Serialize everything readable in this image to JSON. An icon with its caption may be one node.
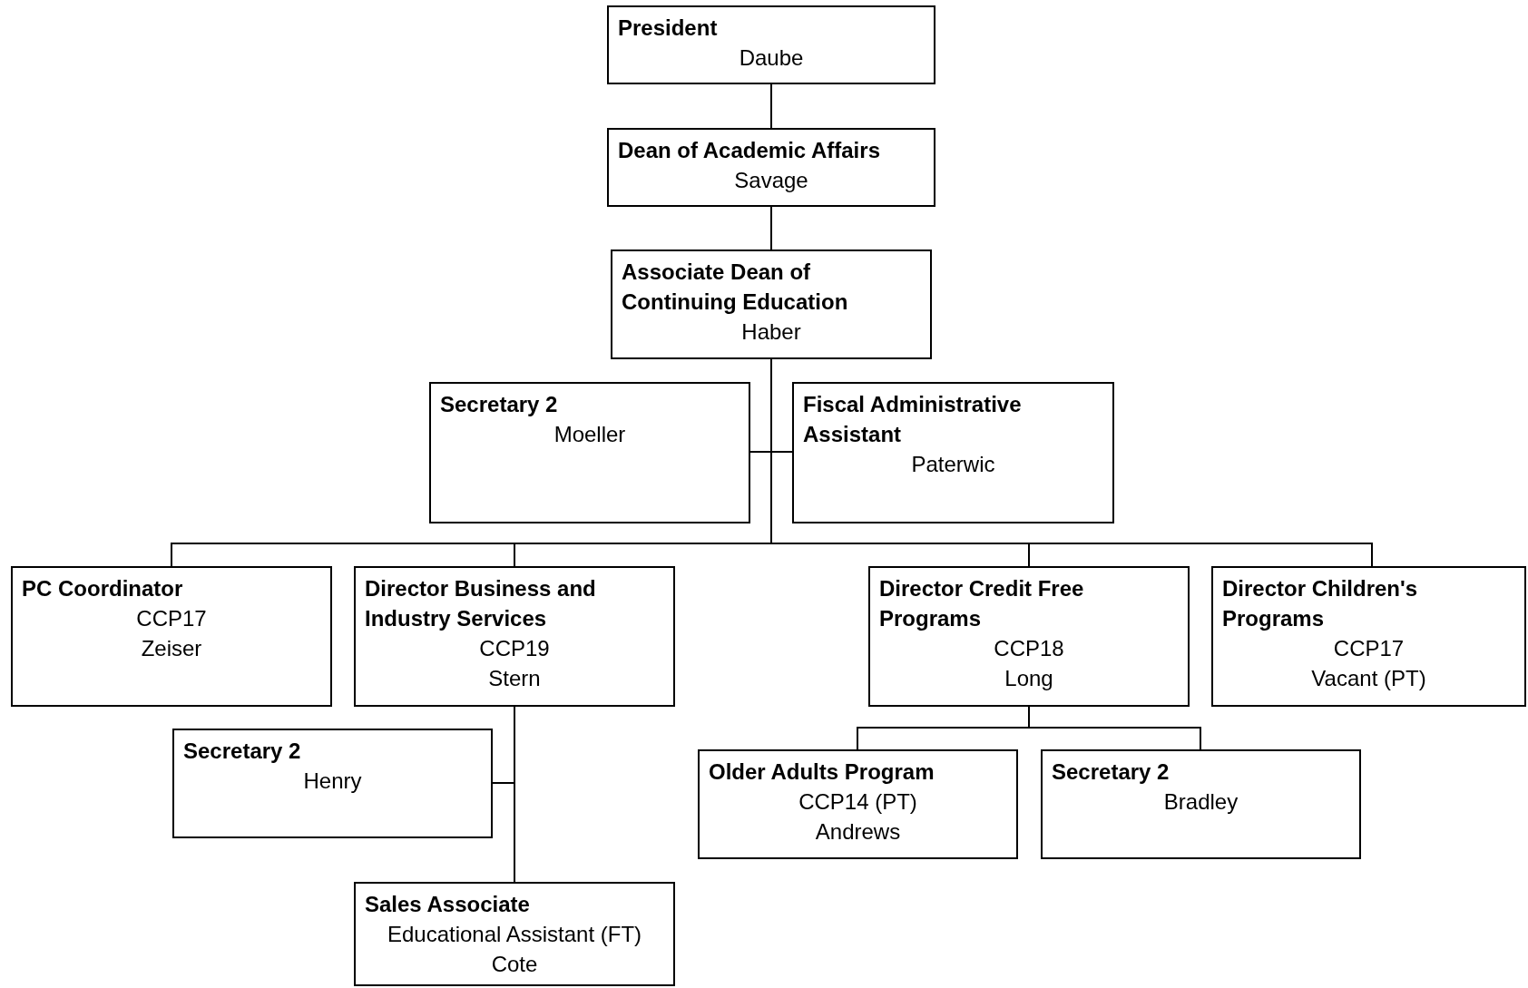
{
  "diagram": {
    "nodes": [
      {
        "text": [
          "President",
          "Daube"
        ]
      },
      {
        "text": [
          "Dean of Academic Affairs",
          "Savage"
        ]
      },
      {
        "text": [
          "Associate Dean of Continuing Education",
          "Haber"
        ]
      },
      {
        "text": [
          "Secretary 2",
          "Moeller"
        ]
      },
      {
        "text": [
          "Fiscal Administrative Assistant",
          "Paterwic"
        ]
      },
      {
        "text": [
          "PC Coordinator",
          "CCP17",
          "Zeiser"
        ]
      },
      {
        "text": [
          "Director Business and Industry Services",
          "CCP19",
          "Stern"
        ]
      },
      {
        "text": [
          "Director Credit Free Programs",
          "CCP18",
          "Long"
        ]
      },
      {
        "text": [
          "Director Children's Programs",
          "CCP17",
          "Vacant (PT)"
        ]
      },
      {
        "text": [
          "Secretary 2",
          "Henry"
        ]
      },
      {
        "text": [
          "Sales Associate",
          "Educational Assistant (FT)",
          "Cote"
        ]
      },
      {
        "text": [
          "Older Adults Program",
          "CCP14 (PT)",
          "Andrews"
        ]
      },
      {
        "text": [
          "Secretary 2",
          "Bradley"
        ]
      }
    ],
    "edges": [
      {
        "from": 0,
        "to": 1,
        "arrow": "none"
      },
      {
        "from": 1,
        "to": 2,
        "arrow": "none"
      },
      {
        "from": 2,
        "to": 3,
        "arrow": "none"
      },
      {
        "from": 2,
        "to": 4,
        "arrow": "none"
      },
      {
        "from": 2,
        "to": 5,
        "arrow": "none"
      },
      {
        "from": 2,
        "to": 6,
        "arrow": "none"
      },
      {
        "from": 2,
        "to": 7,
        "arrow": "none"
      },
      {
        "from": 2,
        "to": 8,
        "arrow": "none"
      },
      {
        "from": 6,
        "to": 9,
        "arrow": "none"
      },
      {
        "from": 6,
        "to": 10,
        "arrow": "none"
      },
      {
        "from": 7,
        "to": 11,
        "arrow": "none"
      },
      {
        "from": 7,
        "to": 12,
        "arrow": "none"
      }
    ]
  }
}
